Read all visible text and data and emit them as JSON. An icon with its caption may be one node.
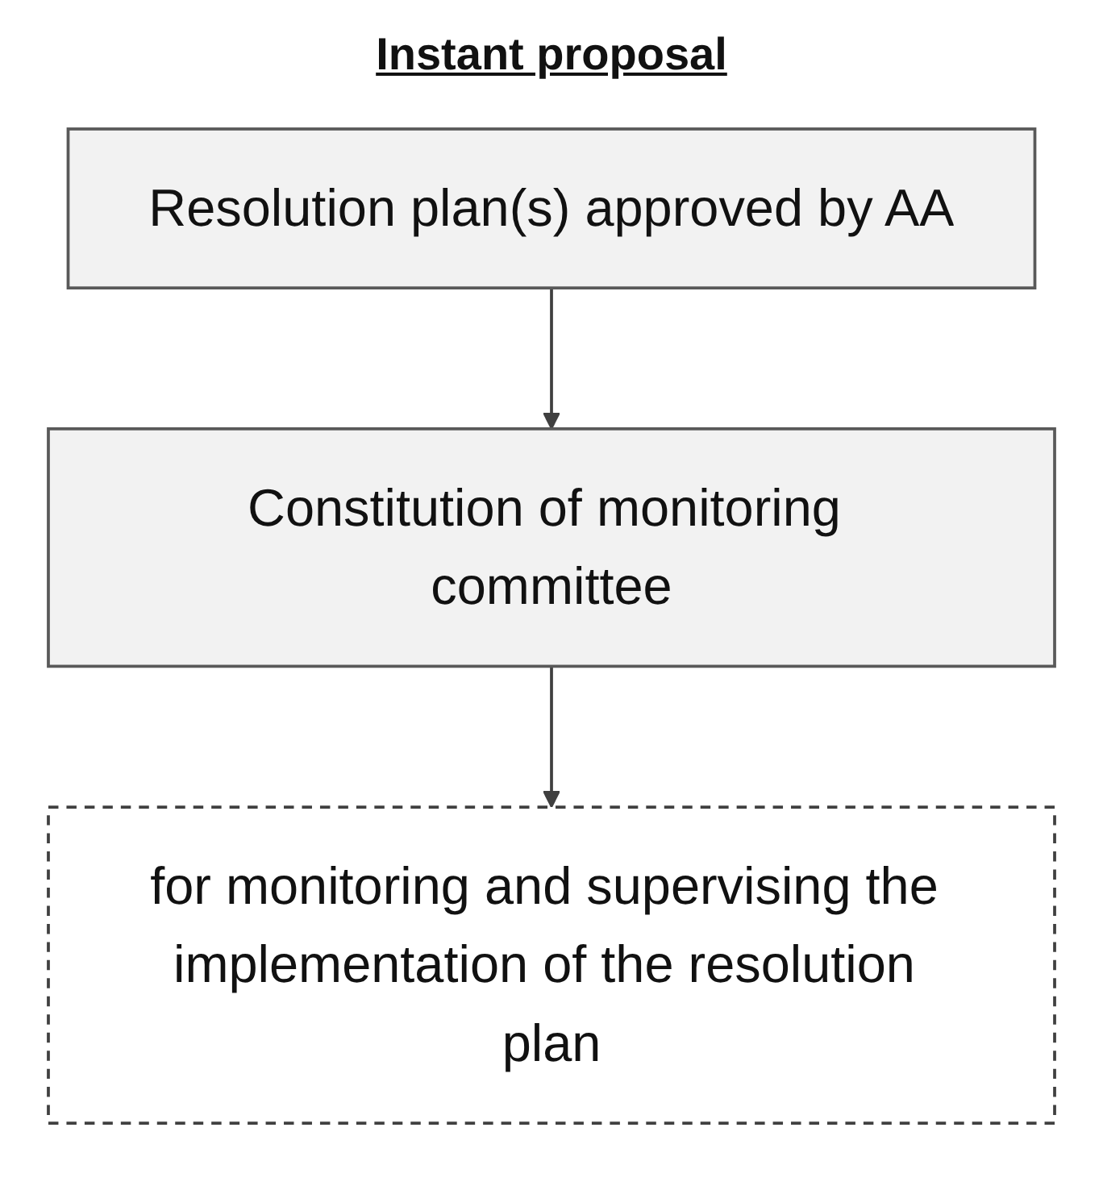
{
  "diagram": {
    "title": "Instant proposal",
    "nodes": [
      {
        "text": [
          "Resolution plan(s) approved by AA"
        ]
      },
      {
        "text": [
          "Constitution of monitoring committee"
        ]
      },
      {
        "text": [
          "for monitoring and supervising the implementation of the resolution plan"
        ]
      }
    ],
    "edges": [
      {
        "from": 0,
        "to": 1,
        "arrow": "to"
      },
      {
        "from": 1,
        "to": 2,
        "arrow": "to"
      }
    ]
  }
}
